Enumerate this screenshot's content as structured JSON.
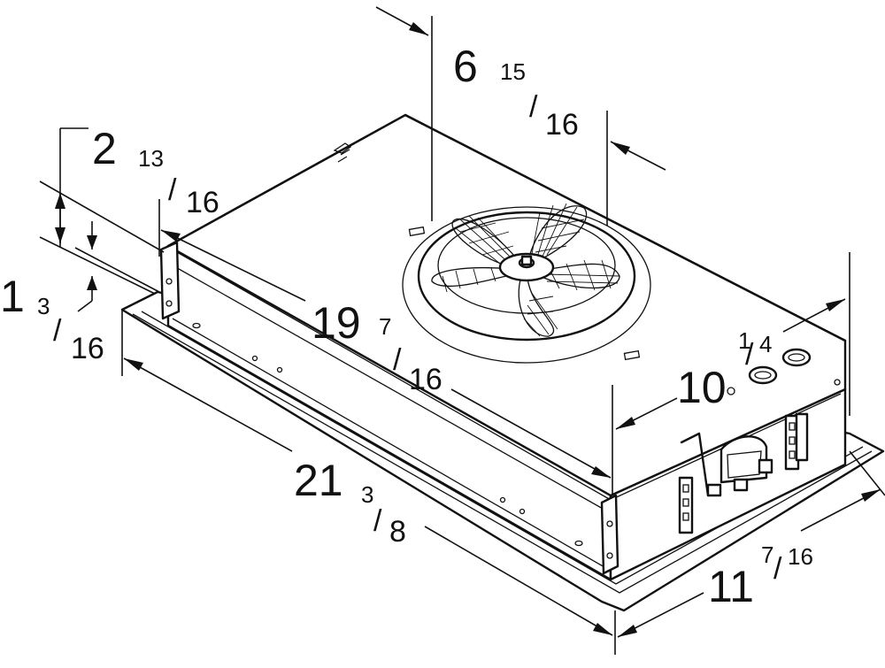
{
  "dimensions": {
    "overall_length": {
      "whole": "21",
      "num": "3",
      "den": "8"
    },
    "housing_length": {
      "whole": "19",
      "num": "7",
      "den": "16"
    },
    "overall_width": {
      "whole": "11",
      "num": "7",
      "den": "16"
    },
    "housing_width": {
      "whole": "10",
      "num": "1",
      "den": "4"
    },
    "fan_diameter": {
      "whole": "6",
      "num": "15",
      "den": "16"
    },
    "fan_offset": {
      "whole": "2",
      "num": "13",
      "den": "16"
    },
    "flange_height": {
      "whole": "1",
      "num": "3",
      "den": "16"
    }
  }
}
